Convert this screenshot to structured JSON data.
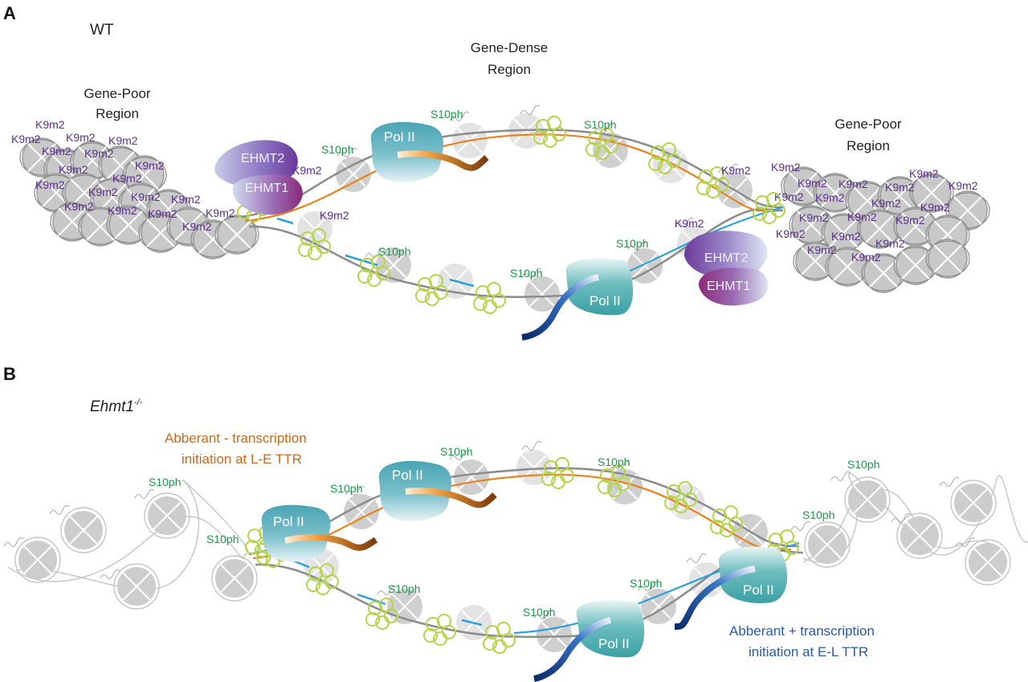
{
  "colors": {
    "k9m2": "#5a2d8c",
    "s10ph": "#1a9a4a",
    "dna": "#8c8c8c",
    "orange_transcript": "#e8821e",
    "blue_transcript": "#2aa0dc",
    "pol2": "#4aa8b4",
    "ehmt": "#7a4aa8",
    "nucleosome": "#cfcfcf",
    "acetyl_ring": "#b4d44a",
    "orange_annotation": "#c8691e",
    "blue_annotation": "#2a5ba8"
  },
  "panelA": {
    "letter": "A",
    "condition": "WT",
    "regions": {
      "left": [
        "Gene-Poor",
        "Region"
      ],
      "center": [
        "Gene-Dense",
        "Region"
      ],
      "right": [
        "Gene-Poor",
        "Region"
      ]
    },
    "enzymes": {
      "top_left": [
        "EHMT2",
        "EHMT1"
      ],
      "bottom_right": [
        "EHMT2",
        "EHMT1"
      ]
    },
    "pol2_label": "Pol II",
    "mark_k9": "K9m2",
    "mark_s10": "S10ph"
  },
  "panelB": {
    "letter": "B",
    "condition_main": "Ehmt1",
    "condition_sup": "-/-",
    "pol2_label": "Pol II",
    "mark_s10": "S10ph",
    "annotation_orange": [
      "Abberant - transcription",
      "initiation at L-E TTR"
    ],
    "annotation_blue": [
      "Abberant + transcription",
      "initiation at E-L TTR"
    ]
  }
}
